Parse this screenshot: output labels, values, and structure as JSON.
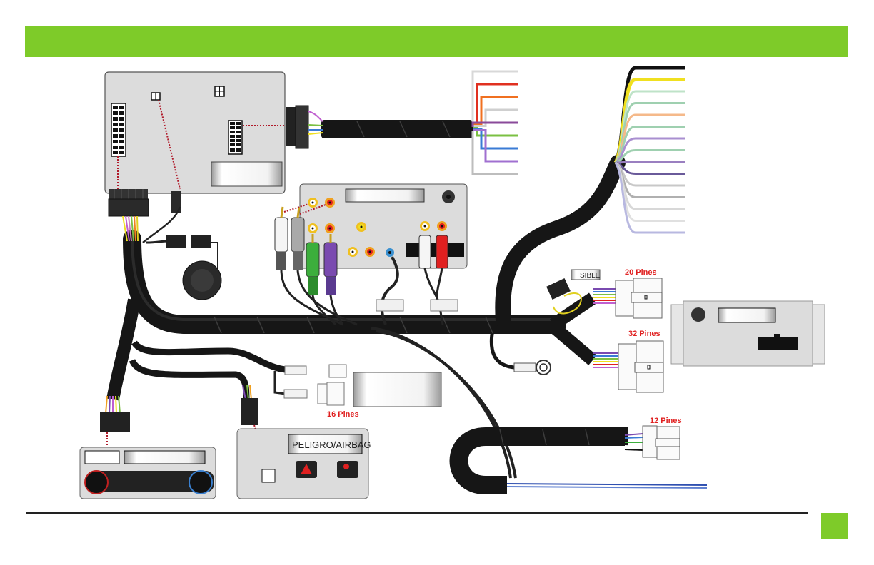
{
  "header": {
    "title": "",
    "color": "#7ecb29"
  },
  "footer": {
    "page_number": "",
    "accent_color": "#7ecb29"
  },
  "diagram": {
    "title": "Wiring harness diagram",
    "labels": {
      "pins_20": "20 Pines",
      "pins_32": "32 Pines",
      "pins_16": "16 Pines",
      "pins_12": "12 Pines",
      "fuse_tag": "SIBLE",
      "airbag_panel": "PELIGRO/AIRBAG"
    },
    "components": [
      {
        "id": "interface-module",
        "name": "Interface module"
      },
      {
        "id": "av-panel",
        "name": "Audio/video RCA panel"
      },
      {
        "id": "head-unit",
        "name": "Radio head unit"
      },
      {
        "id": "climate-control",
        "name": "Climate control panel"
      },
      {
        "id": "airbag-panel",
        "name": "Hazard / airbag panel"
      },
      {
        "id": "speaker",
        "name": "Speaker"
      },
      {
        "id": "fuse-holder",
        "name": "In-line fuse"
      },
      {
        "id": "ground-ring",
        "name": "Ground ring terminal"
      }
    ],
    "wire_colors_left_fan": [
      "#d8d8d8",
      "#e03020",
      "#f07020",
      "#cfcfcf",
      "#8a4a9a",
      "#7bc043",
      "#3a7bd5",
      "#a070d0",
      "#bdbdbd"
    ],
    "wire_colors_right_fan": [
      "#111111",
      "#f0e020",
      "#bfe3c8",
      "#9fd0b0",
      "#f5b98a",
      "#9fd0b0",
      "#a98fd0",
      "#9fd0b0",
      "#9a7fc0",
      "#6a5a9a",
      "#c8c8c8",
      "#b0b0b0",
      "#d8d8d8",
      "#e0e0e0",
      "#b8b8e0"
    ]
  }
}
